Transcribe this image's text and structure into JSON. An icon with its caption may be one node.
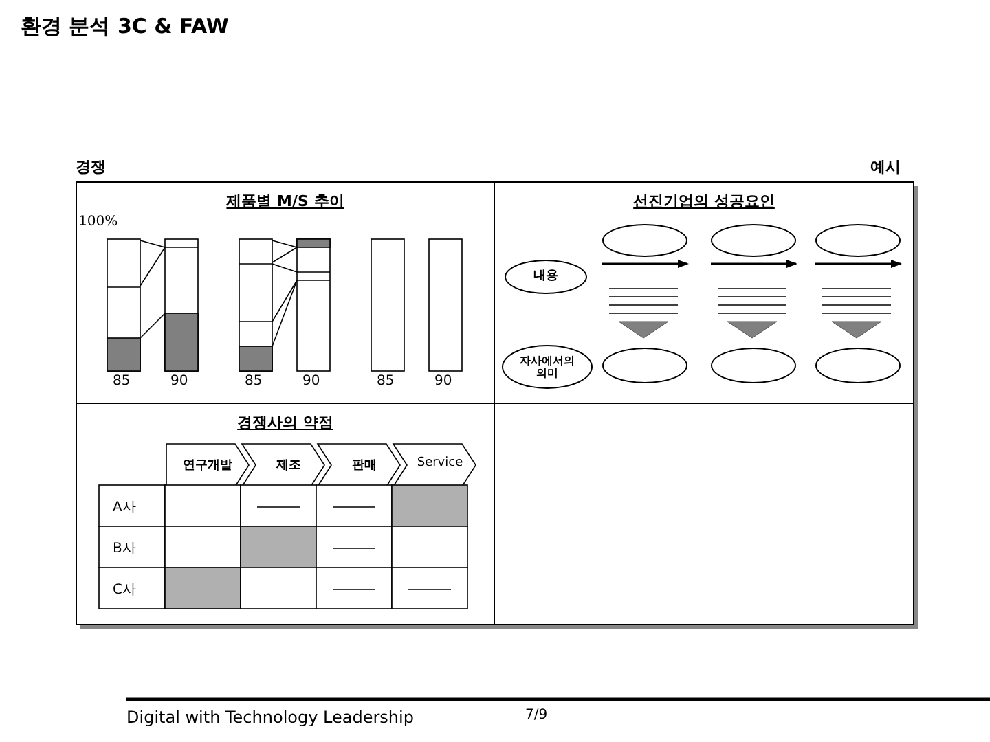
{
  "diagram": {
    "title": "환경 분석 3C & FAW",
    "nodes": [
      {
        "text": [
          "제품별 M/S 추이"
        ]
      },
      {
        "text": [
          "선진기업의 성공요인"
        ]
      },
      {
        "text": [],
        "shape": "ellipse",
        "in": 1
      },
      {
        "text": [],
        "shape": "ellipse",
        "in": 1
      },
      {
        "text": [],
        "shape": "ellipse",
        "in": 1
      },
      {
        "text": [
          "내용"
        ],
        "in": 1
      },
      {
        "text": [
          "자사에서의 의미"
        ],
        "in": 1
      },
      {
        "text": [],
        "shape": "ellipse",
        "in": 1
      },
      {
        "text": [],
        "shape": "ellipse",
        "in": 1
      },
      {
        "text": [],
        "shape": "ellipse",
        "in": 1
      },
      {
        "text": [
          "경쟁사의 약점"
        ]
      },
      {
        "text": [
          "연구개발"
        ],
        "in": 10
      },
      {
        "text": [
          "제조"
        ],
        "in": 10
      },
      {
        "text": [
          "판매"
        ],
        "in": 10
      },
      {
        "text": [
          "Service"
        ],
        "in": 10
      }
    ],
    "labels": [
      "경쟁",
      "예시",
      "100%",
      "85",
      "90",
      "85",
      "90",
      "85",
      "90",
      "A사",
      "B사",
      "C사",
      "Digital with Technology Leadership",
      "7/9"
    ]
  }
}
